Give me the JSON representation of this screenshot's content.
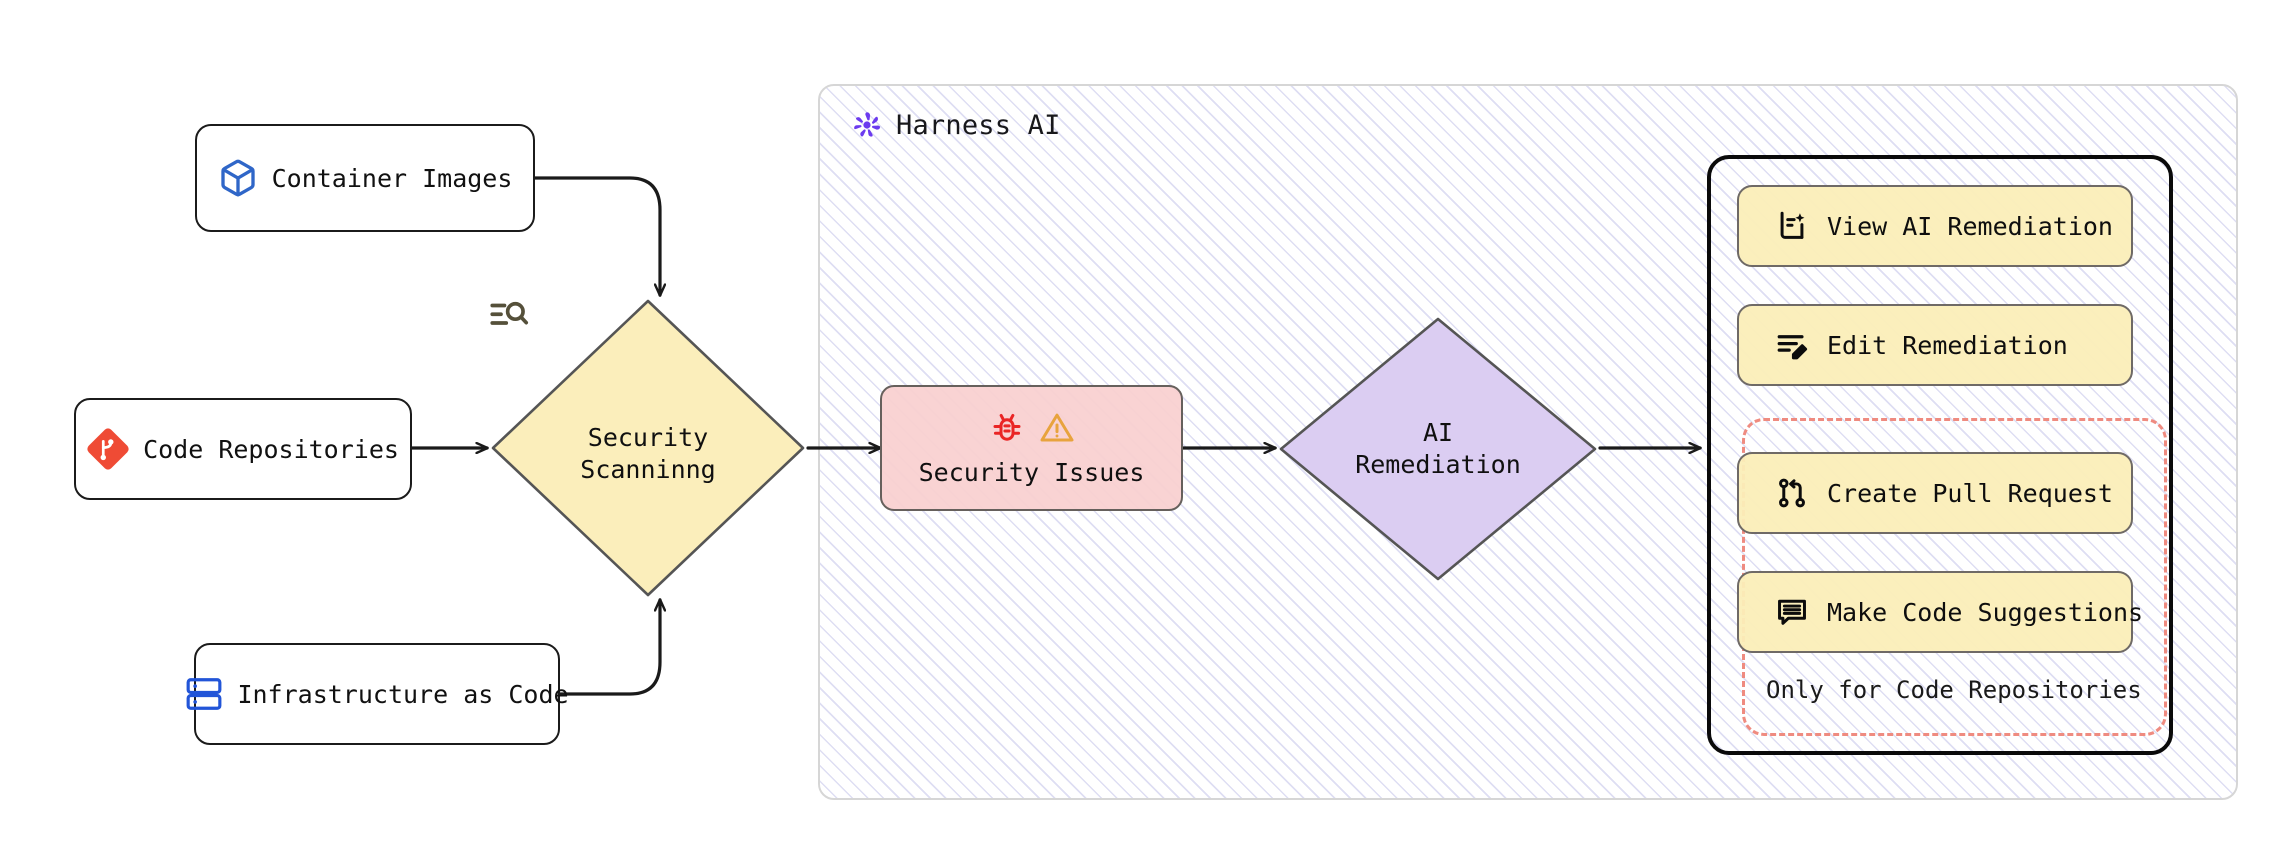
{
  "diagram": {
    "type": "flowchart",
    "direction": "left-to-right",
    "subgraph": {
      "title": "Harness AI",
      "logo_icon": "harness-pinwheel-icon",
      "accent_color": "#6c3bef"
    },
    "sources": [
      {
        "id": "container-images",
        "label": "Container Images",
        "icon": "cube-icon",
        "icon_color": "#2f66c8"
      },
      {
        "id": "code-repositories",
        "label": "Code Repositories",
        "icon": "git-diamond-icon",
        "icon_color": "#ef4b35"
      },
      {
        "id": "infrastructure-as-code",
        "label": "Infrastructure as Code",
        "icon": "server-stack-icon",
        "icon_color": "#2255d8"
      }
    ],
    "steps": {
      "security_scanning": {
        "label_line1": "Security",
        "label_line2": "Scanninng",
        "icon": "scan-search-icon",
        "fill": "#fbeebb",
        "stroke": "#555555"
      },
      "security_issues": {
        "label": "Security Issues",
        "icons": [
          "bug-icon",
          "warning-triangle-icon"
        ],
        "bug_color": "#ea2525",
        "warning_color": "#e8a33d",
        "fill": "#f8cfcf",
        "stroke": "#66605c"
      },
      "ai_remediation": {
        "label_line1": "AI",
        "label_line2": "Remediation",
        "fill": "#dbcdf2",
        "stroke": "#555555"
      }
    },
    "actions": {
      "items": [
        {
          "id": "view-ai-remediation",
          "label": "View AI Remediation",
          "icon": "ai-document-sparkle-icon"
        },
        {
          "id": "edit-remediation",
          "label": "Edit Remediation",
          "icon": "lines-pencil-icon"
        },
        {
          "id": "create-pull-request",
          "label": "Create Pull Request",
          "icon": "pull-request-icon"
        },
        {
          "id": "make-code-suggestions",
          "label": "Make Code Suggestions",
          "icon": "comment-lines-icon"
        }
      ],
      "caption": "Only for Code Repositories",
      "caption_scope_color": "#ef8b80",
      "button_fill": "#fbeeb8"
    }
  }
}
